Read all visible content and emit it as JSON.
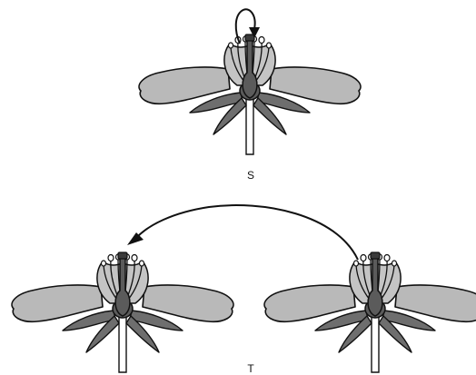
{
  "figure": {
    "panels": [
      {
        "id": "self-pollination",
        "label": "S",
        "flowers": 1
      },
      {
        "id": "cross-pollination",
        "label": "T",
        "flowers": 2
      }
    ]
  }
}
